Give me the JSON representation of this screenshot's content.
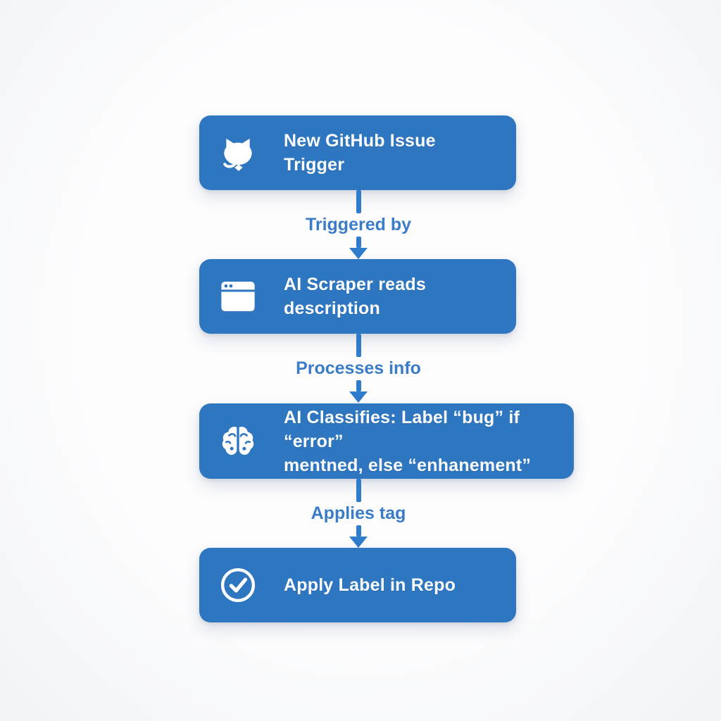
{
  "palette": {
    "node_fill": "#2e76c0",
    "node_text": "#ffffff",
    "arrow": "#2f7ccd",
    "edge_label_text": "#3a7cc8",
    "background": "#f7f8fa"
  },
  "flow": {
    "nodes": [
      {
        "id": "github-trigger",
        "icon": "github-icon",
        "text": "New GitHub Issue\nTrigger"
      },
      {
        "id": "ai-scraper",
        "icon": "browser-window-icon",
        "text": "AI Scraper reads\ndescription"
      },
      {
        "id": "ai-classify",
        "icon": "brain-icon",
        "text": "AI Classifies: Label “bug” if “error”\nmentned, else “enhanement”"
      },
      {
        "id": "apply-label",
        "icon": "check-circle-icon",
        "text": "Apply Label in Repo"
      }
    ],
    "edges": [
      {
        "label": "Triggered by"
      },
      {
        "label": "Processes info"
      },
      {
        "label": "Applies tag"
      }
    ]
  }
}
